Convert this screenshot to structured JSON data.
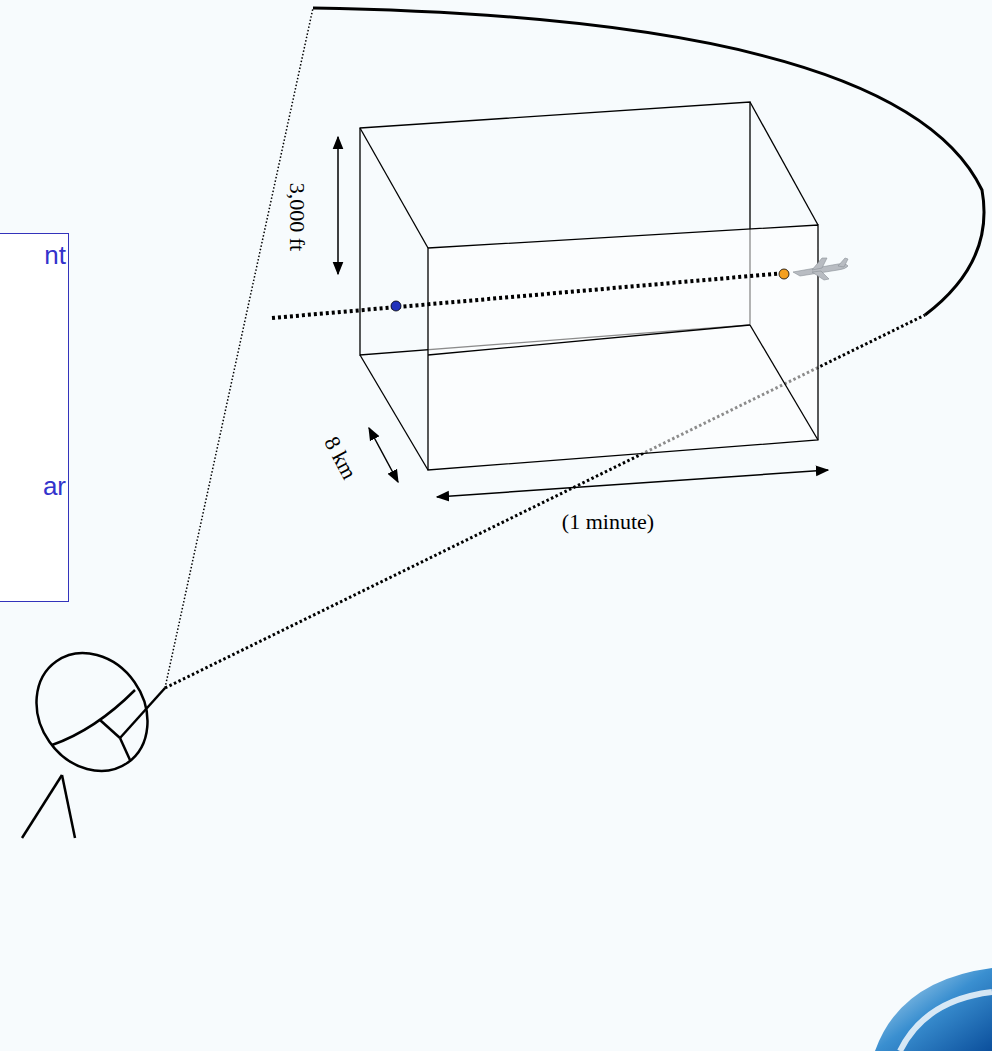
{
  "diagram": {
    "nodes": [
      {
        "text": [
          "nt",
          "ar"
        ]
      }
    ],
    "labels": [
      "3,000 ft",
      "8 km",
      "(1 minute)"
    ]
  }
}
